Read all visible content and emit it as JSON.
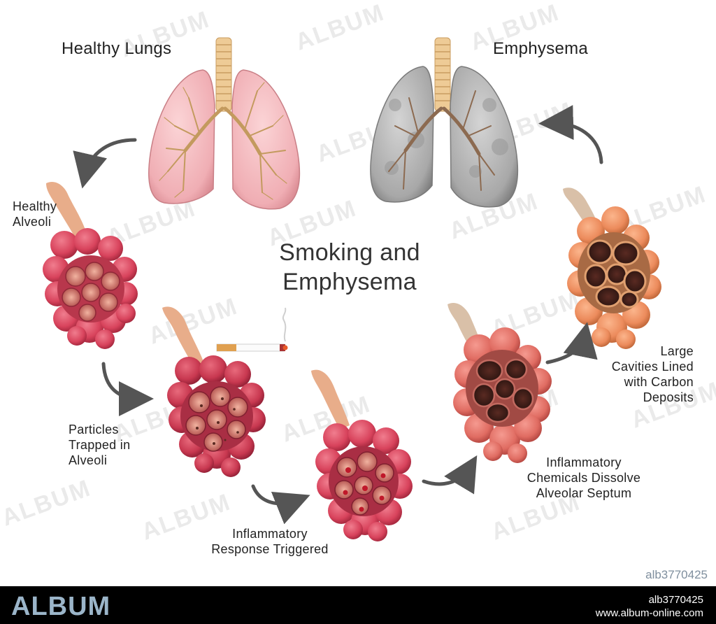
{
  "titles": {
    "healthy_lungs": "Healthy Lungs",
    "emphysema": "Emphysema",
    "main": "Smoking and\nEmphysema"
  },
  "stages": {
    "healthy_alveoli": "Healthy\nAlveoli",
    "particles": "Particles\nTrapped in\nAlveoli",
    "inflammatory_response": "Inflammatory\nResponse Triggered",
    "chemicals_dissolve": "Inflammatory\nChemicals Dissolve\nAlveolar Septum",
    "large_cavities": "Large\nCavities Lined\nwith Carbon\nDeposits"
  },
  "watermark": "ALBUM",
  "image_id": "alb3770425",
  "footer": {
    "logo": "ALBUM",
    "id": "alb3770425",
    "url": "www.album-online.com"
  },
  "colors": {
    "healthy_lung": "#f4b9bd",
    "emphysema_lung": "#b4b4b4",
    "alveoli_healthy": "#e04860",
    "alveoli_damaged": "#e8826a",
    "arrow": "#555555",
    "trachea": "#e8c590"
  }
}
